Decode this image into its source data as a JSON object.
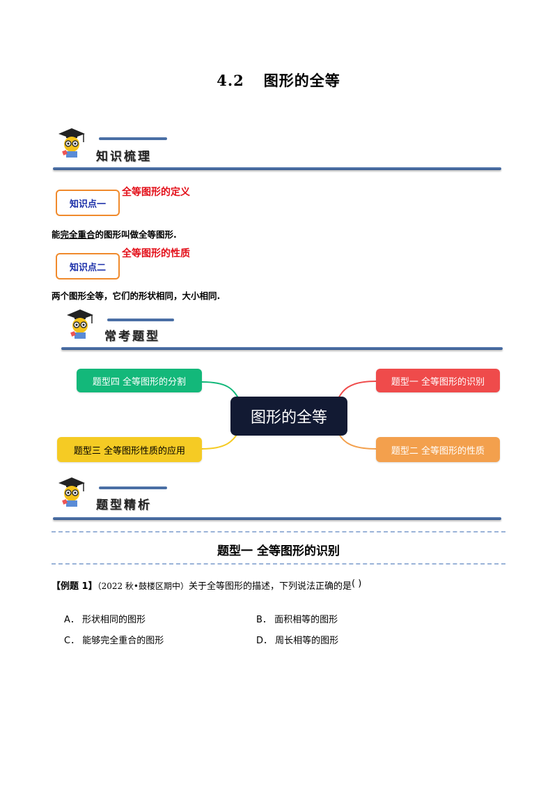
{
  "title": {
    "number": "4.2",
    "text": "图形的全等"
  },
  "sections": {
    "knowledge": "知识梳理",
    "common": "常考题型",
    "analysis": "题型精析"
  },
  "knowledge_points": [
    {
      "label": "知识点一",
      "heading": "全等图形的定义",
      "text_pre": "能",
      "text_underlined": "完全重合",
      "text_post": "的图形叫做全等图形."
    },
    {
      "label": "知识点二",
      "heading": "全等图形的性质",
      "text": "两个图形全等，它们的形状相同，大小相同."
    }
  ],
  "mindmap": {
    "center": "图形的全等",
    "nodes": [
      {
        "label": "题型一 全等图形的识别",
        "color": "#ef4b4b"
      },
      {
        "label": "题型二 全等图形的性质",
        "color": "#f3a04d"
      },
      {
        "label": "题型三 全等图形性质的应用",
        "color": "#f5cb24"
      },
      {
        "label": "题型四 全等图形的分割",
        "color": "#13b87a"
      }
    ]
  },
  "question_type_title": "题型一  全等图形的识别",
  "example": {
    "label": "【例题 1】",
    "source": "（2022 秋•鼓楼区期中）",
    "text": "关于全等图形的描述，下列说法正确的是",
    "blank": "(        )",
    "options": [
      {
        "letter": "A．",
        "text": "形状相同的图形"
      },
      {
        "letter": "B．",
        "text": "面积相等的图形"
      },
      {
        "letter": "C．",
        "text": "能够完全重合的图形"
      },
      {
        "letter": "D．",
        "text": "周长相等的图形"
      }
    ]
  }
}
